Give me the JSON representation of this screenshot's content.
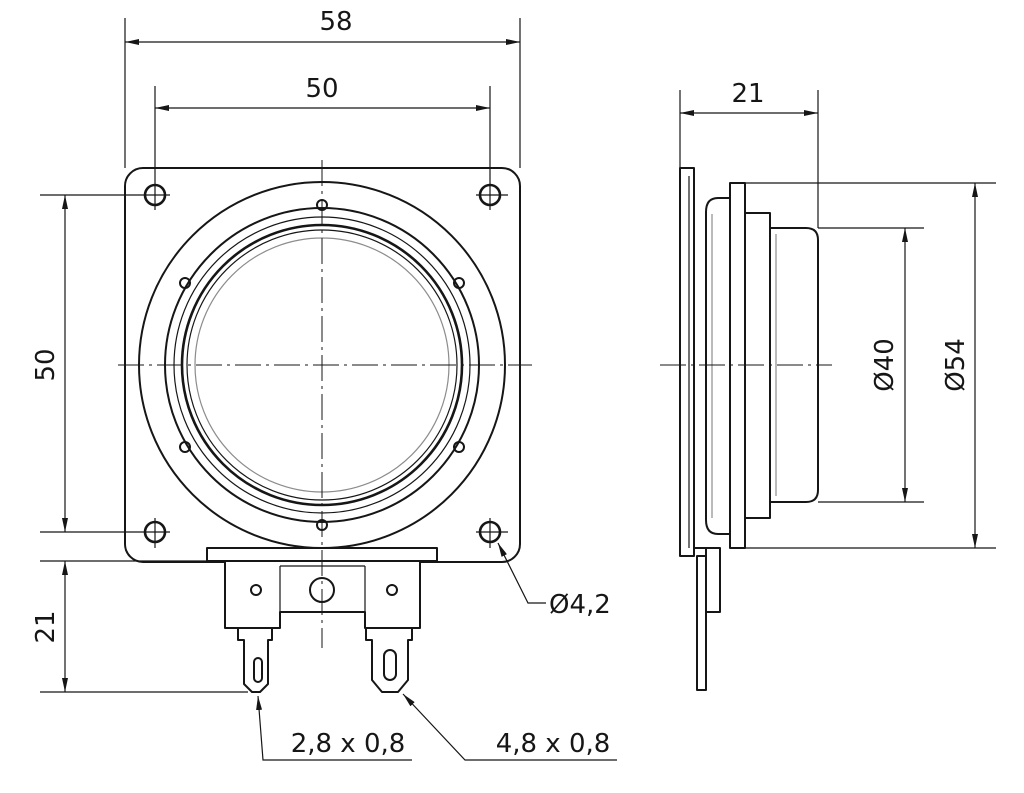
{
  "front_view": {
    "overall_width": "58",
    "hole_spacing_horizontal": "50",
    "hole_spacing_vertical": "50",
    "terminal_height": "21",
    "hole_diameter": "Ø4,2",
    "terminal_left_size": "2,8 x 0,8",
    "terminal_right_size": "4,8 x 0,8"
  },
  "side_view": {
    "depth": "21",
    "diameter_inner": "Ø40",
    "diameter_outer": "Ø54"
  }
}
